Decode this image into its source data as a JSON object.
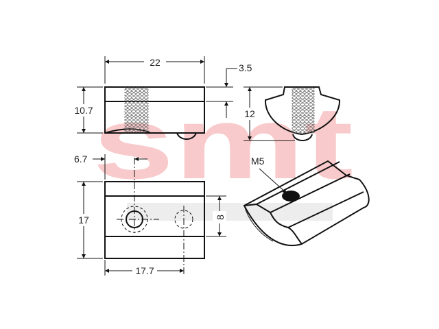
{
  "watermark": {
    "brand": "smt",
    "sub": "",
    "color": "#f4a9ab"
  },
  "dimensions": {
    "top_width": "22",
    "top_step": "3.5",
    "front_height": "10.7",
    "side_height": "12",
    "hole_offset": "6.7",
    "body_height": "17",
    "slot_width": "8",
    "hole_spacing": "17.7",
    "thread": "M5"
  }
}
